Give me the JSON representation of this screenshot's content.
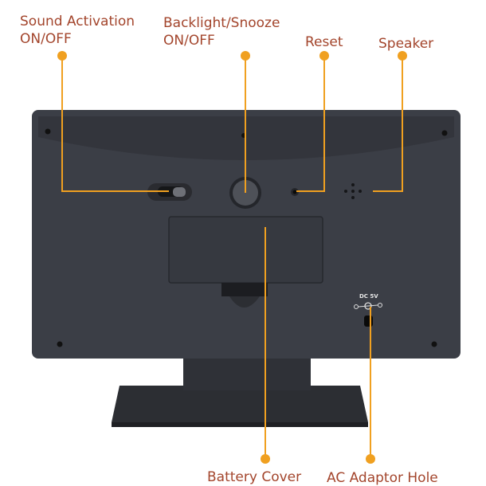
{
  "labels": {
    "sound_activation": {
      "line1": "Sound Activation",
      "line2": "ON/OFF"
    },
    "backlight_snooze": {
      "line1": "Backlight/Snooze",
      "line2": "ON/OFF"
    },
    "reset": "Reset",
    "speaker": "Speaker",
    "battery_cover": "Battery Cover",
    "ac_adaptor_hole": "AC Adaptor Hole"
  },
  "device": {
    "dc_marking": "DC 5V"
  },
  "colors": {
    "label_text": "#a3452c",
    "callout": "#f0a020",
    "device_body": "#3b3e46"
  }
}
